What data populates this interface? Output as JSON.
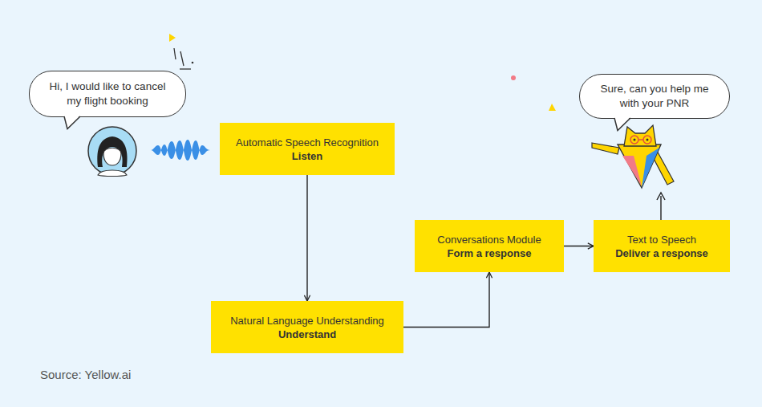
{
  "diagram": {
    "nodes": [
      {
        "text": [
          "Hi, I would like to cancel my flight booking"
        ]
      },
      {
        "text": [
          "Automatic Speech Recognition",
          "Listen"
        ]
      },
      {
        "text": [
          "Natural Language Understanding",
          "Understand"
        ]
      },
      {
        "text": [
          "Conversations Module",
          "Form a response"
        ]
      },
      {
        "text": [
          "Text to Speech",
          "Deliver a response"
        ]
      },
      {
        "text": [
          "Sure, can you help me with your PNR"
        ]
      }
    ],
    "edges": [
      {
        "from": 1,
        "to": 2,
        "arrow": "to"
      },
      {
        "from": 2,
        "to": 3,
        "arrow": "to"
      },
      {
        "from": 3,
        "to": 4,
        "arrow": "to"
      }
    ],
    "labels": [
      "Source: Yellow.ai"
    ]
  }
}
